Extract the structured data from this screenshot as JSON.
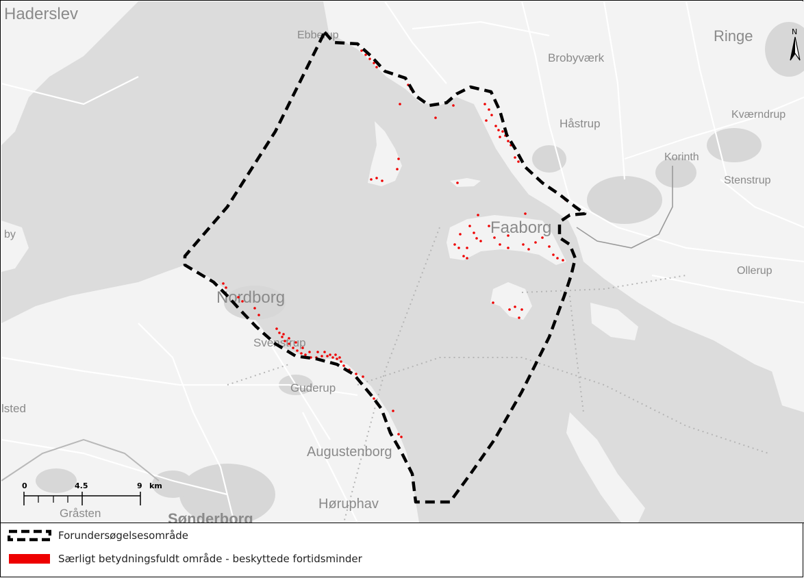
{
  "map": {
    "places": [
      {
        "key": "haderslev",
        "name": "Haderslev"
      },
      {
        "key": "ebberup",
        "name": "Ebberup"
      },
      {
        "key": "ringe",
        "name": "Ringe"
      },
      {
        "key": "brobyvaerk",
        "name": "Brobyværk"
      },
      {
        "key": "kvaerndrup",
        "name": "Kværndrup"
      },
      {
        "key": "haastrup",
        "name": "Håstrup"
      },
      {
        "key": "korinth",
        "name": "Korinth"
      },
      {
        "key": "stenstrup",
        "name": "Stenstrup"
      },
      {
        "key": "faaborg",
        "name": "Faaborg"
      },
      {
        "key": "ollerup",
        "name": "Ollerup"
      },
      {
        "key": "by",
        "name": "by"
      },
      {
        "key": "nordborg",
        "name": "Nordborg"
      },
      {
        "key": "svenstrup",
        "name": "Svenstrup"
      },
      {
        "key": "guderup",
        "name": "Guderup"
      },
      {
        "key": "lsted",
        "name": "lsted"
      },
      {
        "key": "augustenborg",
        "name": "Augustenborg"
      },
      {
        "key": "hoeruphav",
        "name": "Høruphav"
      },
      {
        "key": "graasten",
        "name": "Gråsten"
      },
      {
        "key": "soenderborg",
        "name": "Sønderborg"
      }
    ],
    "north_arrow_label": "N",
    "scale_bar": {
      "labels": [
        "0",
        "4.5",
        "9"
      ],
      "unit": "km"
    },
    "colors": {
      "sea": "#dcdcdc",
      "land": "#f3f3f3",
      "roads": "#ffffff",
      "urban": "#cfcfcf",
      "boundary": "#000000",
      "monuments": "#ee0000"
    }
  },
  "legend": {
    "items": [
      {
        "label": "Forundersøgelsesområde",
        "symbol": "dashed-line"
      },
      {
        "label": "Særligt betydningsfuldt område - beskyttede fortidsminder",
        "symbol": "red-fill"
      }
    ]
  }
}
